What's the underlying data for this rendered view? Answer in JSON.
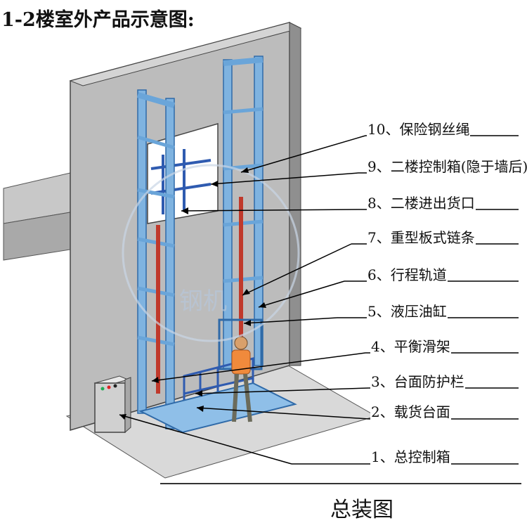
{
  "title": "1-2楼室外产品示意图:",
  "caption": "总装图",
  "watermark": "钢机",
  "labels": [
    {
      "id": "10",
      "text": "10、保险钢丝绳"
    },
    {
      "id": "9",
      "text": "9、二楼控制箱(隐于墙后)"
    },
    {
      "id": "8",
      "text": "8、二楼进出货口"
    },
    {
      "id": "7",
      "text": "7、重型板式链条"
    },
    {
      "id": "6",
      "text": "6、行程轨道"
    },
    {
      "id": "5",
      "text": "5、液压油缸"
    },
    {
      "id": "4",
      "text": "4、平衡滑架"
    },
    {
      "id": "3",
      "text": "3、台面防护栏"
    },
    {
      "id": "2",
      "text": "2、载货台面"
    },
    {
      "id": "1",
      "text": "1、总控制箱"
    }
  ],
  "colors": {
    "frame": "#6aa5d9",
    "frame_dark": "#2f6aa8",
    "wall": "#bdbdbd",
    "wall_dark": "#8e8e8e",
    "ground": "#d6d6d6",
    "chain": "#c0392b",
    "leader": "#000000"
  }
}
